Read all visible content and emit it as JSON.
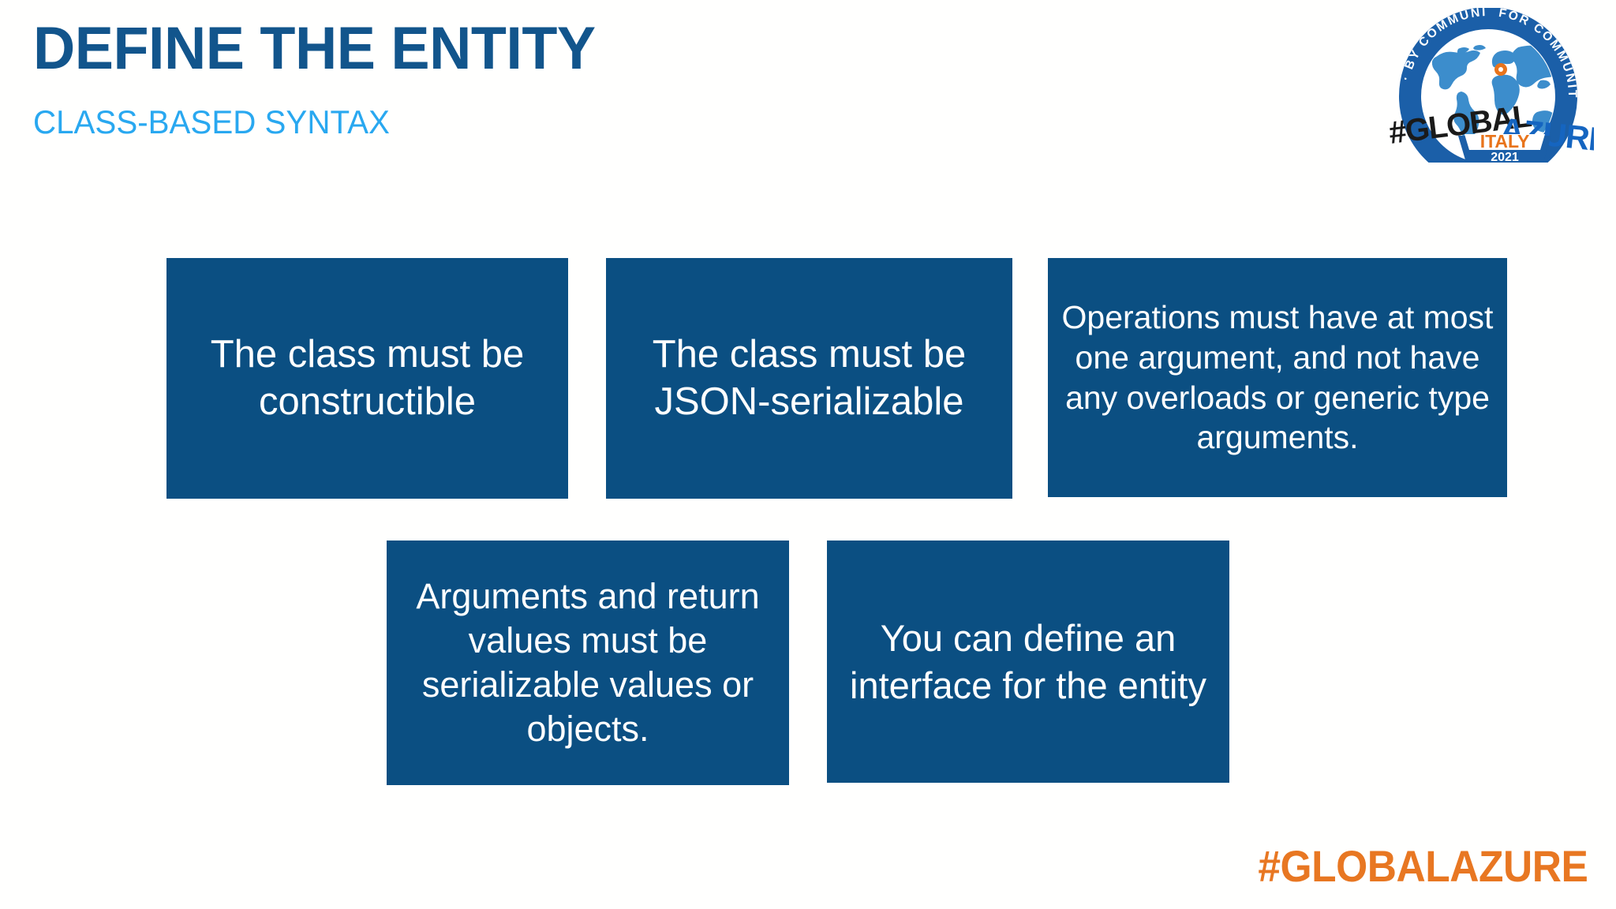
{
  "slide": {
    "title": "DEFINE THE ENTITY",
    "subtitle": "CLASS-BASED SYNTAX",
    "background_color": "#FFFFFF",
    "title_color": "#12558C",
    "subtitle_color": "#29A8F0",
    "box_color": "#0B4F82",
    "box_text_color": "#FFFFFF",
    "accent_orange": "#E87722"
  },
  "boxes": [
    {
      "id": "box-1",
      "text": "The class must be constructible"
    },
    {
      "id": "box-2",
      "text": "The class must be JSON-serializable"
    },
    {
      "id": "box-3",
      "text": "Operations must have at most one argument, and not have any overloads or generic type arguments."
    },
    {
      "id": "box-4",
      "text": "Arguments and return values must be serializable values or objects."
    },
    {
      "id": "box-5",
      "text": "You can define an interface for the entity"
    }
  ],
  "footer": {
    "hashtag": "#GLOBALAZURE"
  },
  "logo": {
    "arc_text_left": "BY COMMUNITY",
    "arc_text_right": "FOR COMMUNITY",
    "word_hash_global": "#GLOBAL",
    "word_azure": "AZURE",
    "ribbon_country": "ITALY",
    "year": "2021",
    "ring_color": "#1B5FA8",
    "map_color": "#3C8DCC",
    "pin_color": "#E8741C",
    "ribbon_color": "#FFFFFF",
    "global_color": "#1A1A1A",
    "azure_color": "#1565C0",
    "italy_color": "#E8741C"
  }
}
